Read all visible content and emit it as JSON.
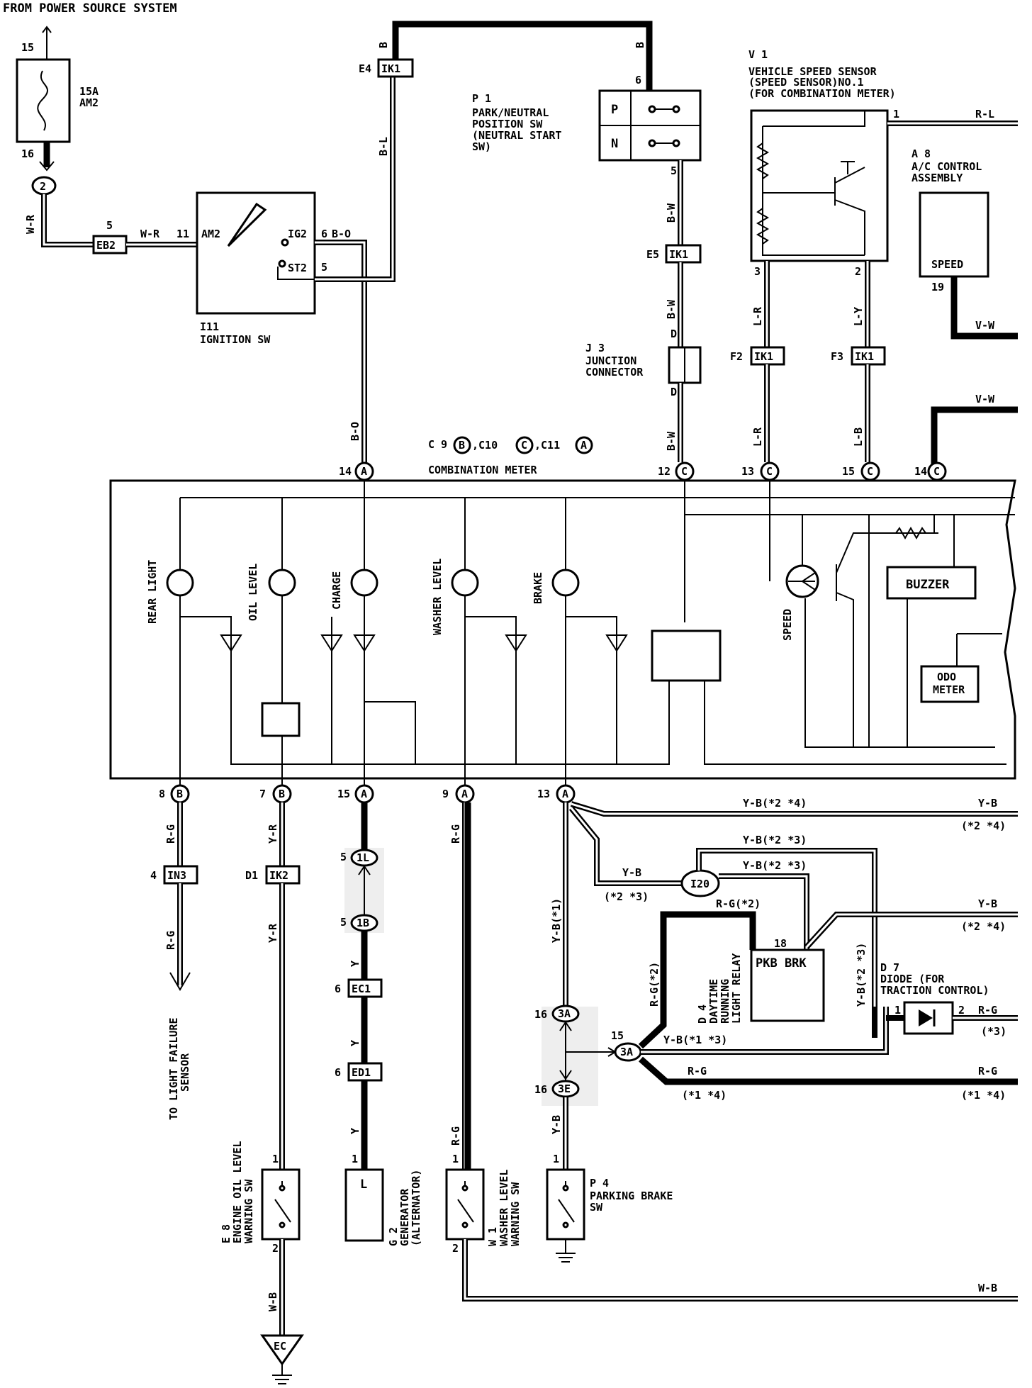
{
  "header": "FROM POWER SOURCE SYSTEM",
  "fuse": {
    "pin_in": "15",
    "pin_out": "16",
    "rating": "15A",
    "name": "AM2",
    "connector": "2"
  },
  "wires": {
    "wr": "W-R",
    "bo": "B-O",
    "bl": "B-L",
    "b": "B",
    "bw": "B-W",
    "rl": "R-L",
    "lr": "L-R",
    "ly": "L-Y",
    "lb": "L-B",
    "vw": "V-W",
    "rg": "R-G",
    "yr": "Y-R",
    "y": "Y",
    "yb": "Y-B",
    "wb": "W-B",
    "yb_1": "Y-B(*1)",
    "yb_24": "Y-B(*2 *4)",
    "yb_23": "Y-B(*2 *3)",
    "yb_13": "Y-B(*1 *3)",
    "rg_2": "R-G(*2)",
    "yb_23b": "Y-B(*2 *3)",
    "note_24": "(*2 *4)",
    "note_23": "(*2 *3)",
    "note_3": "(*3)",
    "note_14": "(*1 *4)"
  },
  "connectors": {
    "eb2": "EB2",
    "ik1": "IK1",
    "ik2": "IK2",
    "in3": "IN3",
    "ec1": "EC1",
    "ed1": "ED1",
    "j1l": "1L",
    "j1b": "1B",
    "j3a": "3A",
    "j3e": "3E",
    "i20": "I20"
  },
  "ignition": {
    "id": "I11",
    "name": "IGNITION SW",
    "am2": "AM2",
    "ig2": "IG2",
    "st2": "ST2",
    "pin5": "5",
    "pin11": "11",
    "pin6": "6"
  },
  "pn_switch": {
    "id": "P 1",
    "lines": [
      "PARK/NEUTRAL",
      "POSITION SW",
      "(NEUTRAL START",
      " SW)"
    ],
    "p": "P",
    "n": "N",
    "pin6": "6",
    "pin5": "5"
  },
  "vss": {
    "id": "V 1",
    "lines": [
      "VEHICLE SPEED SENSOR",
      "(SPEED SENSOR)NO.1",
      "(FOR COMBINATION METER)"
    ],
    "pin1": "1",
    "pin2": "2",
    "pin3": "3"
  },
  "ac": {
    "id": "A 8",
    "lines": [
      "A/C CONTROL",
      "ASSEMBLY"
    ],
    "speed": "SPEED",
    "pin19": "19"
  },
  "junction": {
    "id": "J 3",
    "lines": [
      "JUNCTION",
      "CONNECTOR"
    ],
    "d": "D"
  },
  "meter": {
    "ids": "C 9",
    "c10": ",C10",
    "c11": ",C11",
    "b": "B",
    "c": "C",
    "a": "A",
    "name": "COMBINATION METER",
    "lamps": [
      "REAR LIGHT",
      "OIL LEVEL",
      "CHARGE",
      "WASHER LEVEL",
      "BRAKE"
    ],
    "speed": "SPEED",
    "buzzer": "BUZZER",
    "odo": [
      "ODO",
      "METER"
    ],
    "top_pins": [
      "14",
      "12",
      "13",
      "15",
      "14"
    ],
    "bottom_pins": [
      "8",
      "7",
      "15",
      "9",
      "13"
    ]
  },
  "loc": {
    "e4": "E4",
    "e5": "E5",
    "f2": "F2",
    "f3": "F3",
    "d1": "D1",
    "p4": "4",
    "p5": "5",
    "p6": "6",
    "p15": "15",
    "p16": "16",
    "p1": "1",
    "p2": "2",
    "p8": "8",
    "p18": "18"
  },
  "bottom": {
    "light_failure": [
      "TO LIGHT FAILURE",
      "SENSOR"
    ],
    "oil_sw": {
      "id": "E 8",
      "lines": [
        "ENGINE OIL LEVEL",
        "WARNING SW"
      ]
    },
    "gen": {
      "id": "G 2",
      "lines": [
        "GENERATOR",
        "(ALTERNATOR)"
      ],
      "l": "L"
    },
    "washer_sw": {
      "id": "W 1",
      "lines": [
        "WASHER LEVEL",
        "WARNING SW"
      ]
    },
    "pkb_sw": {
      "id": "P 4",
      "lines": [
        "PARKING BRAKE",
        "SW"
      ]
    },
    "drl": {
      "id": "D 4",
      "lines": [
        "DAYTIME",
        "RUNNING",
        "LIGHT RELAY"
      ],
      "pkb": "PKB BRK"
    },
    "diode": {
      "id": "D 7",
      "lines": [
        "DIODE (FOR",
        "TRACTION CONTROL)"
      ]
    },
    "ground": "EC"
  }
}
